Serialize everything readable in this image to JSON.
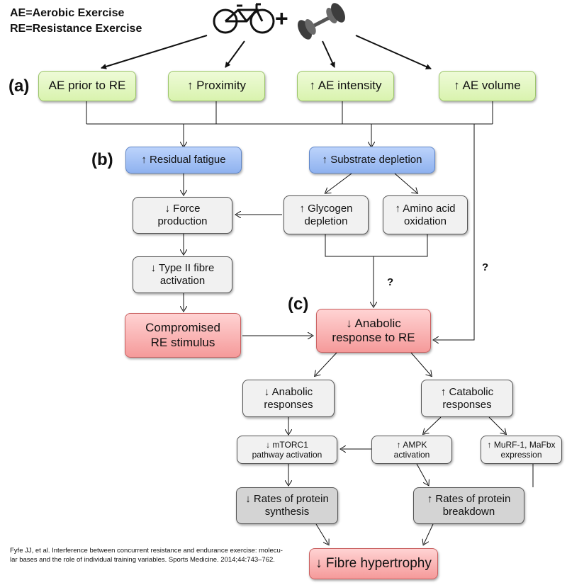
{
  "legend": {
    "ae": "AE=Aerobic Exercise",
    "re": "RE=Resistance Exercise"
  },
  "icons": {
    "bike": "bicycle-icon",
    "weights": "dumbbell-icon",
    "plus": "+"
  },
  "labels": {
    "a": "(a)",
    "b": "(b)",
    "c": "(c)"
  },
  "questions": {
    "q1": "?",
    "q2": "?"
  },
  "row_a": {
    "prior": "AE prior to RE",
    "proximity": "↑ Proximity",
    "intensity": "↑ AE intensity",
    "volume": "↑ AE volume"
  },
  "row_b": {
    "fatigue": "↑ Residual fatigue",
    "substrate": "↑ Substrate depletion"
  },
  "mid": {
    "force_1": "↓ Force",
    "force_2": "production",
    "glycogen_1": "↑ Glycogen",
    "glycogen_2": "depletion",
    "amino_1": "↑ Amino acid",
    "amino_2": "oxidation",
    "type2_1": "↓ Type II fibre",
    "type2_2": "activation",
    "compromised_1": "Compromised",
    "compromised_2": "RE stimulus",
    "anabolic_re_1": "↓ Anabolic",
    "anabolic_re_2": "response to RE"
  },
  "row_c": {
    "anabolic_1": "↓ Anabolic",
    "anabolic_2": "responses",
    "catabolic_1": "↑ Catabolic",
    "catabolic_2": "responses",
    "mtorc_1": "↓ mTORC1",
    "mtorc_2": "pathway activation",
    "ampk_1": "↑ AMPK",
    "ampk_2": "activation",
    "murf_1": "↑ MuRF-1, MaFbx",
    "murf_2": "expression",
    "synthesis_1": "↓ Rates of protein",
    "synthesis_2": "synthesis",
    "breakdown_1": "↑ Rates of protein",
    "breakdown_2": "breakdown",
    "hypertrophy": "↓ Fibre hypertrophy"
  },
  "citation": {
    "line1": "Fyfe JJ, et al. Interference between concurrent resistance and endurance exercise: molecu-",
    "line2": "lar bases and the role of individual training variables. Sports Medicine. 2014;44:743–762."
  }
}
